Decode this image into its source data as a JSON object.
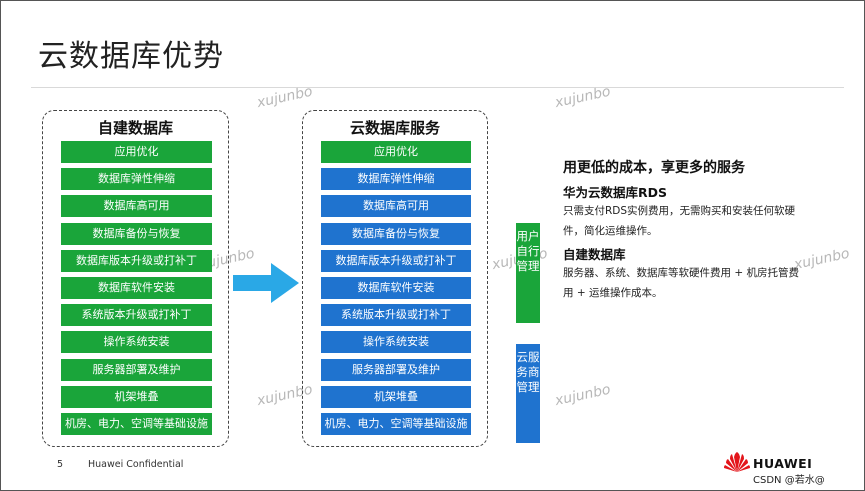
{
  "title": "云数据库优势",
  "left_box": {
    "title": "自建数据库",
    "rows": [
      "应用优化",
      "数据库弹性伸缩",
      "数据库高可用",
      "数据库备份与恢复",
      "数据库版本升级或打补丁",
      "数据库软件安装",
      "系统版本升级或打补丁",
      "操作系统安装",
      "服务器部署及维护",
      "机架堆叠",
      "机房、电力、空调等基础设施"
    ]
  },
  "right_box": {
    "title": "云数据库服务",
    "rows": [
      "应用优化",
      "数据库弹性伸缩",
      "数据库高可用",
      "数据库备份与恢复",
      "数据库版本升级或打补丁",
      "数据库软件安装",
      "系统版本升级或打补丁",
      "操作系统安装",
      "服务器部署及维护",
      "机架堆叠",
      "机房、电力、空调等基础设施"
    ]
  },
  "side_labels": {
    "user": "用户自行管理",
    "cloud": "云服务商管理"
  },
  "info": {
    "headline": "用更低的成本，享更多的服务",
    "rds_title": "华为云数据库RDS",
    "rds_text": "只需支付RDS实例费用，无需购买和安装任何软硬件，简化运维操作。",
    "self_title": "自建数据库",
    "self_text": "服务器、系统、数据库等软硬件费用 + 机房托管费用 + 运维操作成本。"
  },
  "watermark": "xujunbo",
  "footer": {
    "page": "5",
    "confidential": "Huawei Confidential",
    "brand": "HUAWEI",
    "credit": "CSDN @若水@"
  },
  "colors": {
    "green": "#1aa53a",
    "blue": "#1f73cf",
    "arrow": "#2aa8e6"
  }
}
